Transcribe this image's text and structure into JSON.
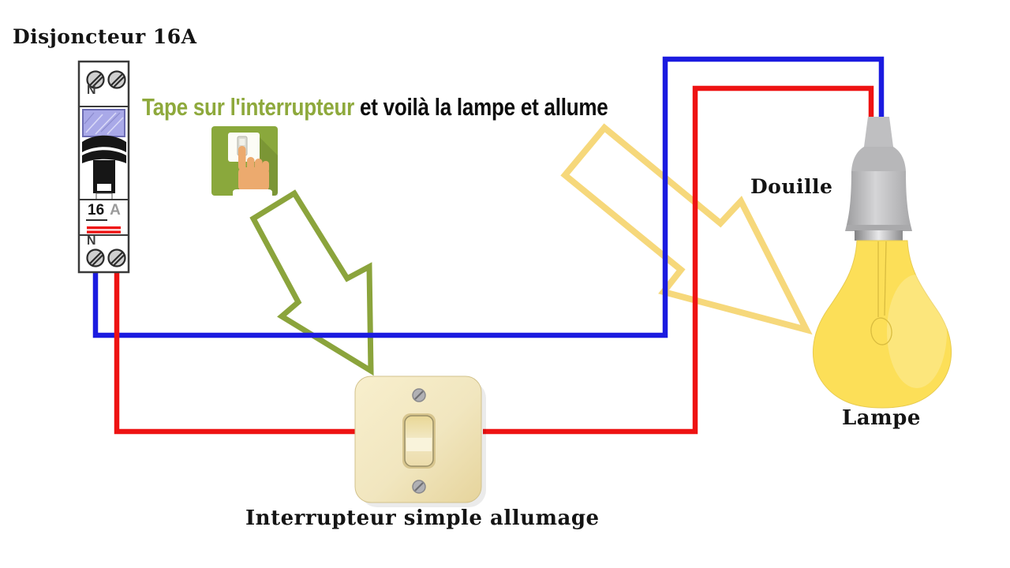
{
  "title": "Disjoncteur 16A",
  "instruction": {
    "highlight": "Tape sur l'interrupteur",
    "rest": " et voilà la lampe et allume"
  },
  "labels": {
    "socket": "Douille",
    "lamp": "Lampe",
    "switch": "Interrupteur simple allumage"
  },
  "breaker": {
    "neutral_top": "N",
    "neutral_bottom": "N",
    "rating_value": "16",
    "rating_unit": "A"
  },
  "icons": {
    "switch_press": "switch-press-icon",
    "screw": "screw-icon",
    "arrow_to_switch": "arrow-to-switch-icon",
    "arrow_to_lamp": "arrow-to-lamp-icon"
  },
  "colors": {
    "wire_blue": "#1b1be0",
    "wire_red": "#ee1313",
    "arrow_green": "#8ba43c",
    "arrow_yellow": "#f6d87b",
    "text_green": "#8ea93c",
    "icon_green": "#8aa83c",
    "hand_skin": "#ecaa6e",
    "bulb_yellow": "#fcdf58",
    "plate_cream": "#f1e6bf",
    "socket_grey": "#b9b9bb",
    "breaker_window": "#a9a9e8"
  }
}
